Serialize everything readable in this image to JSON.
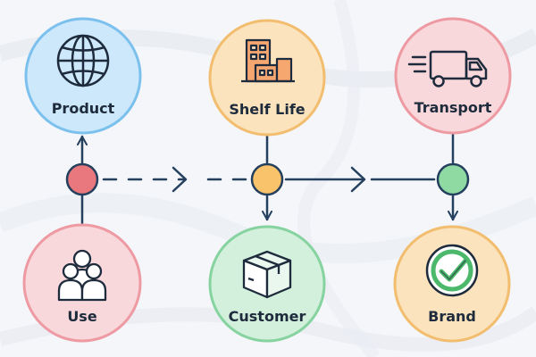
{
  "nodes": {
    "product": {
      "label": "Product",
      "icon": "globe-icon",
      "fill": "#cde8fb",
      "stroke": "#7cc0ee"
    },
    "shelf": {
      "label": "Shelf Life",
      "icon": "shelf-building-icon",
      "fill": "#fbe3bd",
      "stroke": "#f2bd6e"
    },
    "transport": {
      "label": "Transport",
      "icon": "truck-icon",
      "fill": "#f8d8db",
      "stroke": "#ee9aa3"
    },
    "use": {
      "label": "Use",
      "icon": "users-icon",
      "fill": "#f8d8db",
      "stroke": "#ee9aa3"
    },
    "customer": {
      "label": "Customer",
      "icon": "box-icon",
      "fill": "#d3f0dc",
      "stroke": "#86d3a0"
    },
    "brand": {
      "label": "Brand",
      "icon": "check-badge-icon",
      "fill": "#fbe3bd",
      "stroke": "#f2bd6e"
    }
  },
  "junctions": {
    "left": {
      "fill": "#e8787d"
    },
    "middle": {
      "fill": "#f8c36a"
    },
    "right": {
      "fill": "#8fdaa2"
    }
  },
  "colors": {
    "line": "#24405e",
    "ink": "#1e2b3c",
    "background": "#f4f6f9"
  }
}
